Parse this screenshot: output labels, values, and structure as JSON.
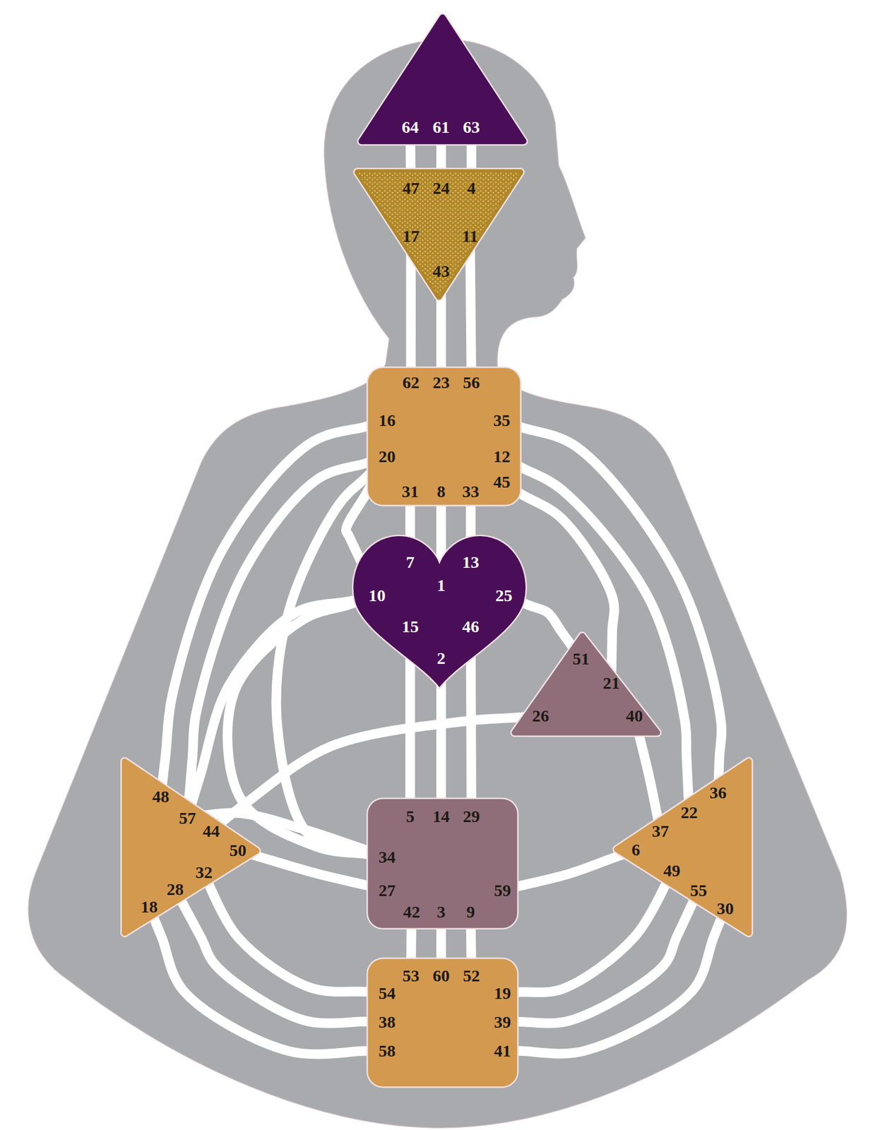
{
  "diagram": {
    "nodes": [
      {
        "text": [
          "64",
          "61",
          "63"
        ]
      },
      {
        "text": [
          "47",
          "24",
          "4",
          "17",
          "11",
          "43"
        ]
      },
      {
        "text": [
          "62",
          "23",
          "56",
          "16",
          "35",
          "20",
          "12",
          "45",
          "31",
          "8",
          "33"
        ]
      },
      {
        "text": [
          "7",
          "13",
          "1",
          "10",
          "25",
          "15",
          "46",
          "2"
        ]
      },
      {
        "text": [
          "51",
          "21",
          "26",
          "40"
        ]
      },
      {
        "text": [
          "48",
          "57",
          "44",
          "50",
          "32",
          "28",
          "18"
        ]
      },
      {
        "text": [
          "36",
          "22",
          "37",
          "6",
          "49",
          "55",
          "30"
        ]
      },
      {
        "text": [
          "5",
          "14",
          "29",
          "34",
          "27",
          "59",
          "42",
          "3",
          "9"
        ]
      },
      {
        "text": [
          "53",
          "60",
          "52",
          "54",
          "19",
          "38",
          "39",
          "58",
          "41"
        ]
      }
    ],
    "edges": [
      {
        "from": 0,
        "to": 1,
        "arrow": "none"
      },
      {
        "from": 0,
        "to": 1,
        "arrow": "none"
      },
      {
        "from": 0,
        "to": 1,
        "arrow": "none"
      },
      {
        "from": 1,
        "to": 2,
        "arrow": "none"
      },
      {
        "from": 1,
        "to": 2,
        "arrow": "none"
      },
      {
        "from": 1,
        "to": 2,
        "arrow": "none"
      },
      {
        "from": 2,
        "to": 3,
        "arrow": "none"
      },
      {
        "from": 2,
        "to": 3,
        "arrow": "none"
      },
      {
        "from": 2,
        "to": 3,
        "arrow": "none"
      },
      {
        "from": 2,
        "to": 3,
        "arrow": "none"
      },
      {
        "from": 2,
        "to": 4,
        "arrow": "none"
      },
      {
        "from": 2,
        "to": 6,
        "arrow": "none"
      },
      {
        "from": 2,
        "to": 6,
        "arrow": "none"
      },
      {
        "from": 2,
        "to": 5,
        "arrow": "none"
      },
      {
        "from": 2,
        "to": 5,
        "arrow": "none"
      },
      {
        "from": 2,
        "to": 7,
        "arrow": "none"
      },
      {
        "from": 3,
        "to": 7,
        "arrow": "none"
      },
      {
        "from": 3,
        "to": 7,
        "arrow": "none"
      },
      {
        "from": 3,
        "to": 7,
        "arrow": "none"
      },
      {
        "from": 3,
        "to": 7,
        "arrow": "none"
      },
      {
        "from": 3,
        "to": 4,
        "arrow": "none"
      },
      {
        "from": 3,
        "to": 5,
        "arrow": "none"
      },
      {
        "from": 4,
        "to": 5,
        "arrow": "none"
      },
      {
        "from": 4,
        "to": 6,
        "arrow": "none"
      },
      {
        "from": 7,
        "to": 5,
        "arrow": "none"
      },
      {
        "from": 7,
        "to": 5,
        "arrow": "none"
      },
      {
        "from": 7,
        "to": 6,
        "arrow": "none"
      },
      {
        "from": 7,
        "to": 8,
        "arrow": "none"
      },
      {
        "from": 7,
        "to": 8,
        "arrow": "none"
      },
      {
        "from": 7,
        "to": 8,
        "arrow": "none"
      },
      {
        "from": 5,
        "to": 8,
        "arrow": "none"
      },
      {
        "from": 5,
        "to": 8,
        "arrow": "none"
      },
      {
        "from": 5,
        "to": 8,
        "arrow": "none"
      },
      {
        "from": 6,
        "to": 8,
        "arrow": "none"
      },
      {
        "from": 6,
        "to": 8,
        "arrow": "none"
      },
      {
        "from": 6,
        "to": 8,
        "arrow": "none"
      }
    ]
  }
}
